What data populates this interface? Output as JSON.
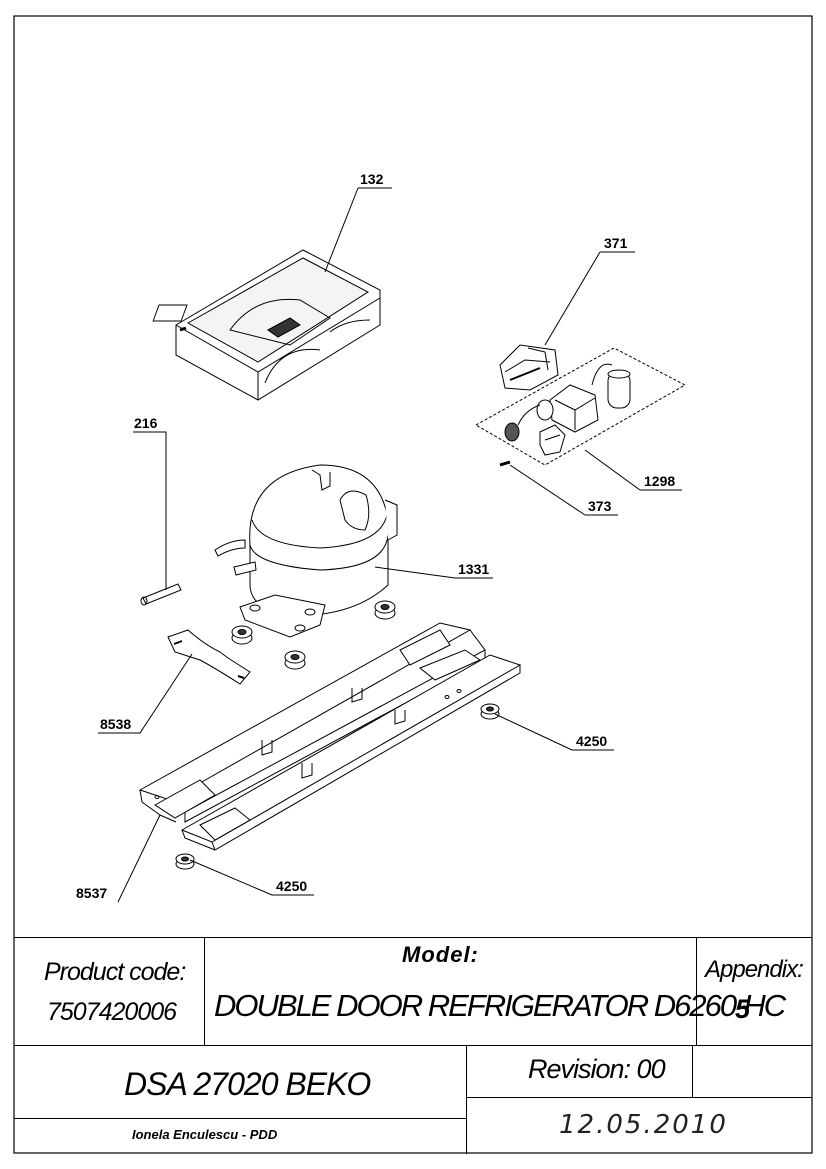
{
  "callouts": [
    {
      "id": "c132",
      "text": "132"
    },
    {
      "id": "c371",
      "text": "371"
    },
    {
      "id": "c216",
      "text": "216"
    },
    {
      "id": "c1298",
      "text": "1298"
    },
    {
      "id": "c373",
      "text": "373"
    },
    {
      "id": "c1331",
      "text": "1331"
    },
    {
      "id": "c8538",
      "text": "8538"
    },
    {
      "id": "c4250a",
      "text": "4250"
    },
    {
      "id": "c8537",
      "text": "8537"
    },
    {
      "id": "c4250b",
      "text": "4250"
    }
  ],
  "title_block": {
    "product_code_label": "Product code:",
    "product_code_value": "7507420006",
    "model_label": "Model:",
    "model_value": "DOUBLE DOOR REFRIGERATOR D6260-HC",
    "appendix_label": "Appendix:",
    "appendix_value": "5",
    "dsa": "DSA 27020 BEKO",
    "revision": "Revision: 00",
    "author": "Ionela Enculescu - PDD",
    "date": "12.05.2010"
  }
}
